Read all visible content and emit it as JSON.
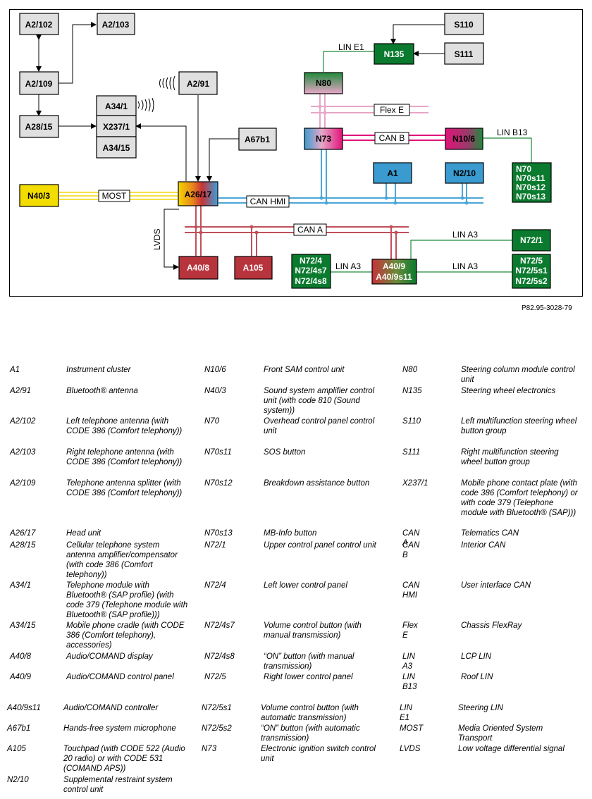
{
  "diagram": {
    "nodes": {
      "a2_102": "A2/102",
      "a2_103": "A2/103",
      "a2_109": "A2/109",
      "a2_91": "A2/91",
      "a34_1": "A34/1",
      "x237_1": "X237/1",
      "a34_15": "A34/15",
      "a28_15": "A28/15",
      "a67b1": "A67b1",
      "n40_3": "N40/3",
      "a26_17": "A26/17",
      "a40_8": "A40/8",
      "a105": "A105",
      "n72_4": "N72/4",
      "n72_4s7": "N72/4s7",
      "n72_4s8": "N72/4s8",
      "a40_9": "A40/9",
      "a40_9s11": "A40/9s11",
      "n72_1": "N72/1",
      "n72_5": "N72/5",
      "n72_5s1": "N72/5s1",
      "n72_5s2": "N72/5s2",
      "n80": "N80",
      "n135": "N135",
      "s110": "S110",
      "s111": "S111",
      "n73": "N73",
      "n10_6": "N10/6",
      "a1": "A1",
      "n2_10": "N2/10",
      "n70": "N70",
      "n70s11": "N70s11",
      "n70s12": "N70s12",
      "n70s13": "N70s13"
    },
    "buses": {
      "most": "MOST",
      "can_hmi": "CAN HMI",
      "can_a": "CAN A",
      "can_b": "CAN B",
      "flex_e": "Flex E",
      "lin_e1": "LIN E1",
      "lin_b13": "LIN B13",
      "lin_a3_a": "LIN A3",
      "lin_a3_b": "LIN A3",
      "lin_a3_c": "LIN A3",
      "lvds": "LVDS"
    },
    "colors": {
      "gray_box": "#e0e0e0",
      "dark_green": "#0a7a2e",
      "blue": "#3a9bd0",
      "red": "#b8343c",
      "yellow": "#f3dd00",
      "can_b_pink": "#e0137a",
      "flex_pink": "#e8a6c8",
      "can_hmi_blue": "#4aa6d6",
      "can_a_red": "#c0505a",
      "lin_green": "#1f8a3a",
      "most_yellow": "#f5e142"
    },
    "reference": "P82.95-3028-79"
  },
  "legend": [
    [
      {
        "code": "A1",
        "desc": "Instrument cluster"
      },
      {
        "code": "N10/6",
        "desc": "Front SAM control unit"
      },
      {
        "code": "N80",
        "desc": "Steering column module control unit"
      }
    ],
    [
      {
        "code": "A2/91",
        "desc": "Bluetooth® antenna"
      },
      {
        "code": "N40/3",
        "desc": "Sound system amplifier control unit (with code 810 (Sound system))"
      },
      {
        "code": "N135",
        "desc": "Steering wheel electronics"
      }
    ],
    [
      {
        "code": "A2/102",
        "desc": "Left telephone antenna (with CODE 386 (Comfort telephony))"
      },
      {
        "code": "N70",
        "desc": "Overhead control panel control unit"
      },
      {
        "code": "S110",
        "desc": "Left multifunction steering wheel button group"
      }
    ],
    [
      {
        "code": "A2/103",
        "desc": "Right telephone antenna (with CODE 386 (Comfort telephony))"
      },
      {
        "code": "N70s11",
        "desc": "SOS button"
      },
      {
        "code": "S111",
        "desc": "Right multifunction steering wheel button group"
      }
    ],
    [
      {
        "code": "A2/109",
        "desc": "Telephone antenna splitter (with CODE 386 (Comfort telephony))"
      },
      {
        "code": "N70s12",
        "desc": "Breakdown assistance button"
      },
      {
        "code": "X237/1",
        "desc": "Mobile phone contact plate (with code 386 (Comfort telephony) or with code 379 (Telephone module with Bluetooth® (SAP)))"
      }
    ],
    [
      {
        "code": "A26/17",
        "desc": "Head unit"
      },
      {
        "code": "N70s13",
        "desc": "MB-Info button"
      },
      {
        "code": "CAN A",
        "desc": "Telematics CAN"
      }
    ],
    [
      {
        "code": "A28/15",
        "desc": "Cellular telephone system antenna amplifier/compensator (with code 386 (Comfort telephony))"
      },
      {
        "code": "N72/1",
        "desc": "Upper control panel control unit"
      },
      {
        "code": "CAN B",
        "desc": "Interior CAN"
      }
    ],
    [
      {
        "code": "A34/1",
        "desc": "Telephone module with Bluetooth® (SAP profile) (with code 379 (Telephone module with Bluetooth® (SAP profile)))"
      },
      {
        "code": "N72/4",
        "desc": "Left lower control panel"
      },
      {
        "code": "CAN HMI",
        "desc": "User interface CAN"
      }
    ],
    [
      {
        "code": "A34/15",
        "desc": "Mobile phone cradle (with CODE 386 (Comfort telephony), accessories)"
      },
      {
        "code": "N72/4s7",
        "desc": "Volume control button (with manual transmission)"
      },
      {
        "code": "Flex E",
        "desc": "Chassis FlexRay"
      }
    ],
    [
      {
        "code": "A40/8",
        "desc": "Audio/COMAND display"
      },
      {
        "code": "N72/4s8",
        "desc": "“ON” button (with manual transmission)"
      },
      {
        "code": "LIN A3",
        "desc": "LCP LIN"
      }
    ],
    [
      {
        "code": "A40/9",
        "desc": "Audio/COMAND control panel"
      },
      {
        "code": "N72/5",
        "desc": "Right lower control panel"
      },
      {
        "code": "LIN B13",
        "desc": "Roof LIN"
      }
    ],
    [
      {
        "code": "A40/9s11",
        "desc": "Audio/COMAND controller"
      },
      {
        "code": "N72/5s1",
        "desc": "Volume control button (with automatic transmission)"
      },
      {
        "code": "LIN E1",
        "desc": "Steering LIN"
      }
    ],
    [
      {
        "code": "A67b1",
        "desc": "Hands-free system microphone"
      },
      {
        "code": "N72/5s2",
        "desc": "“ON” button (with automatic transmission)"
      },
      {
        "code": "MOST",
        "desc": "Media Oriented System Transport"
      }
    ],
    [
      {
        "code": "A105",
        "desc": "Touchpad (with CODE 522 (Audio 20 radio) or with CODE 531 (COMAND APS))"
      },
      {
        "code": "N73",
        "desc": "Electronic ignition switch control unit"
      },
      {
        "code": "LVDS",
        "desc": "Low voltage differential signal"
      }
    ],
    [
      {
        "code": "N2/10",
        "desc": "Supplemental restraint system control unit"
      }
    ]
  ]
}
